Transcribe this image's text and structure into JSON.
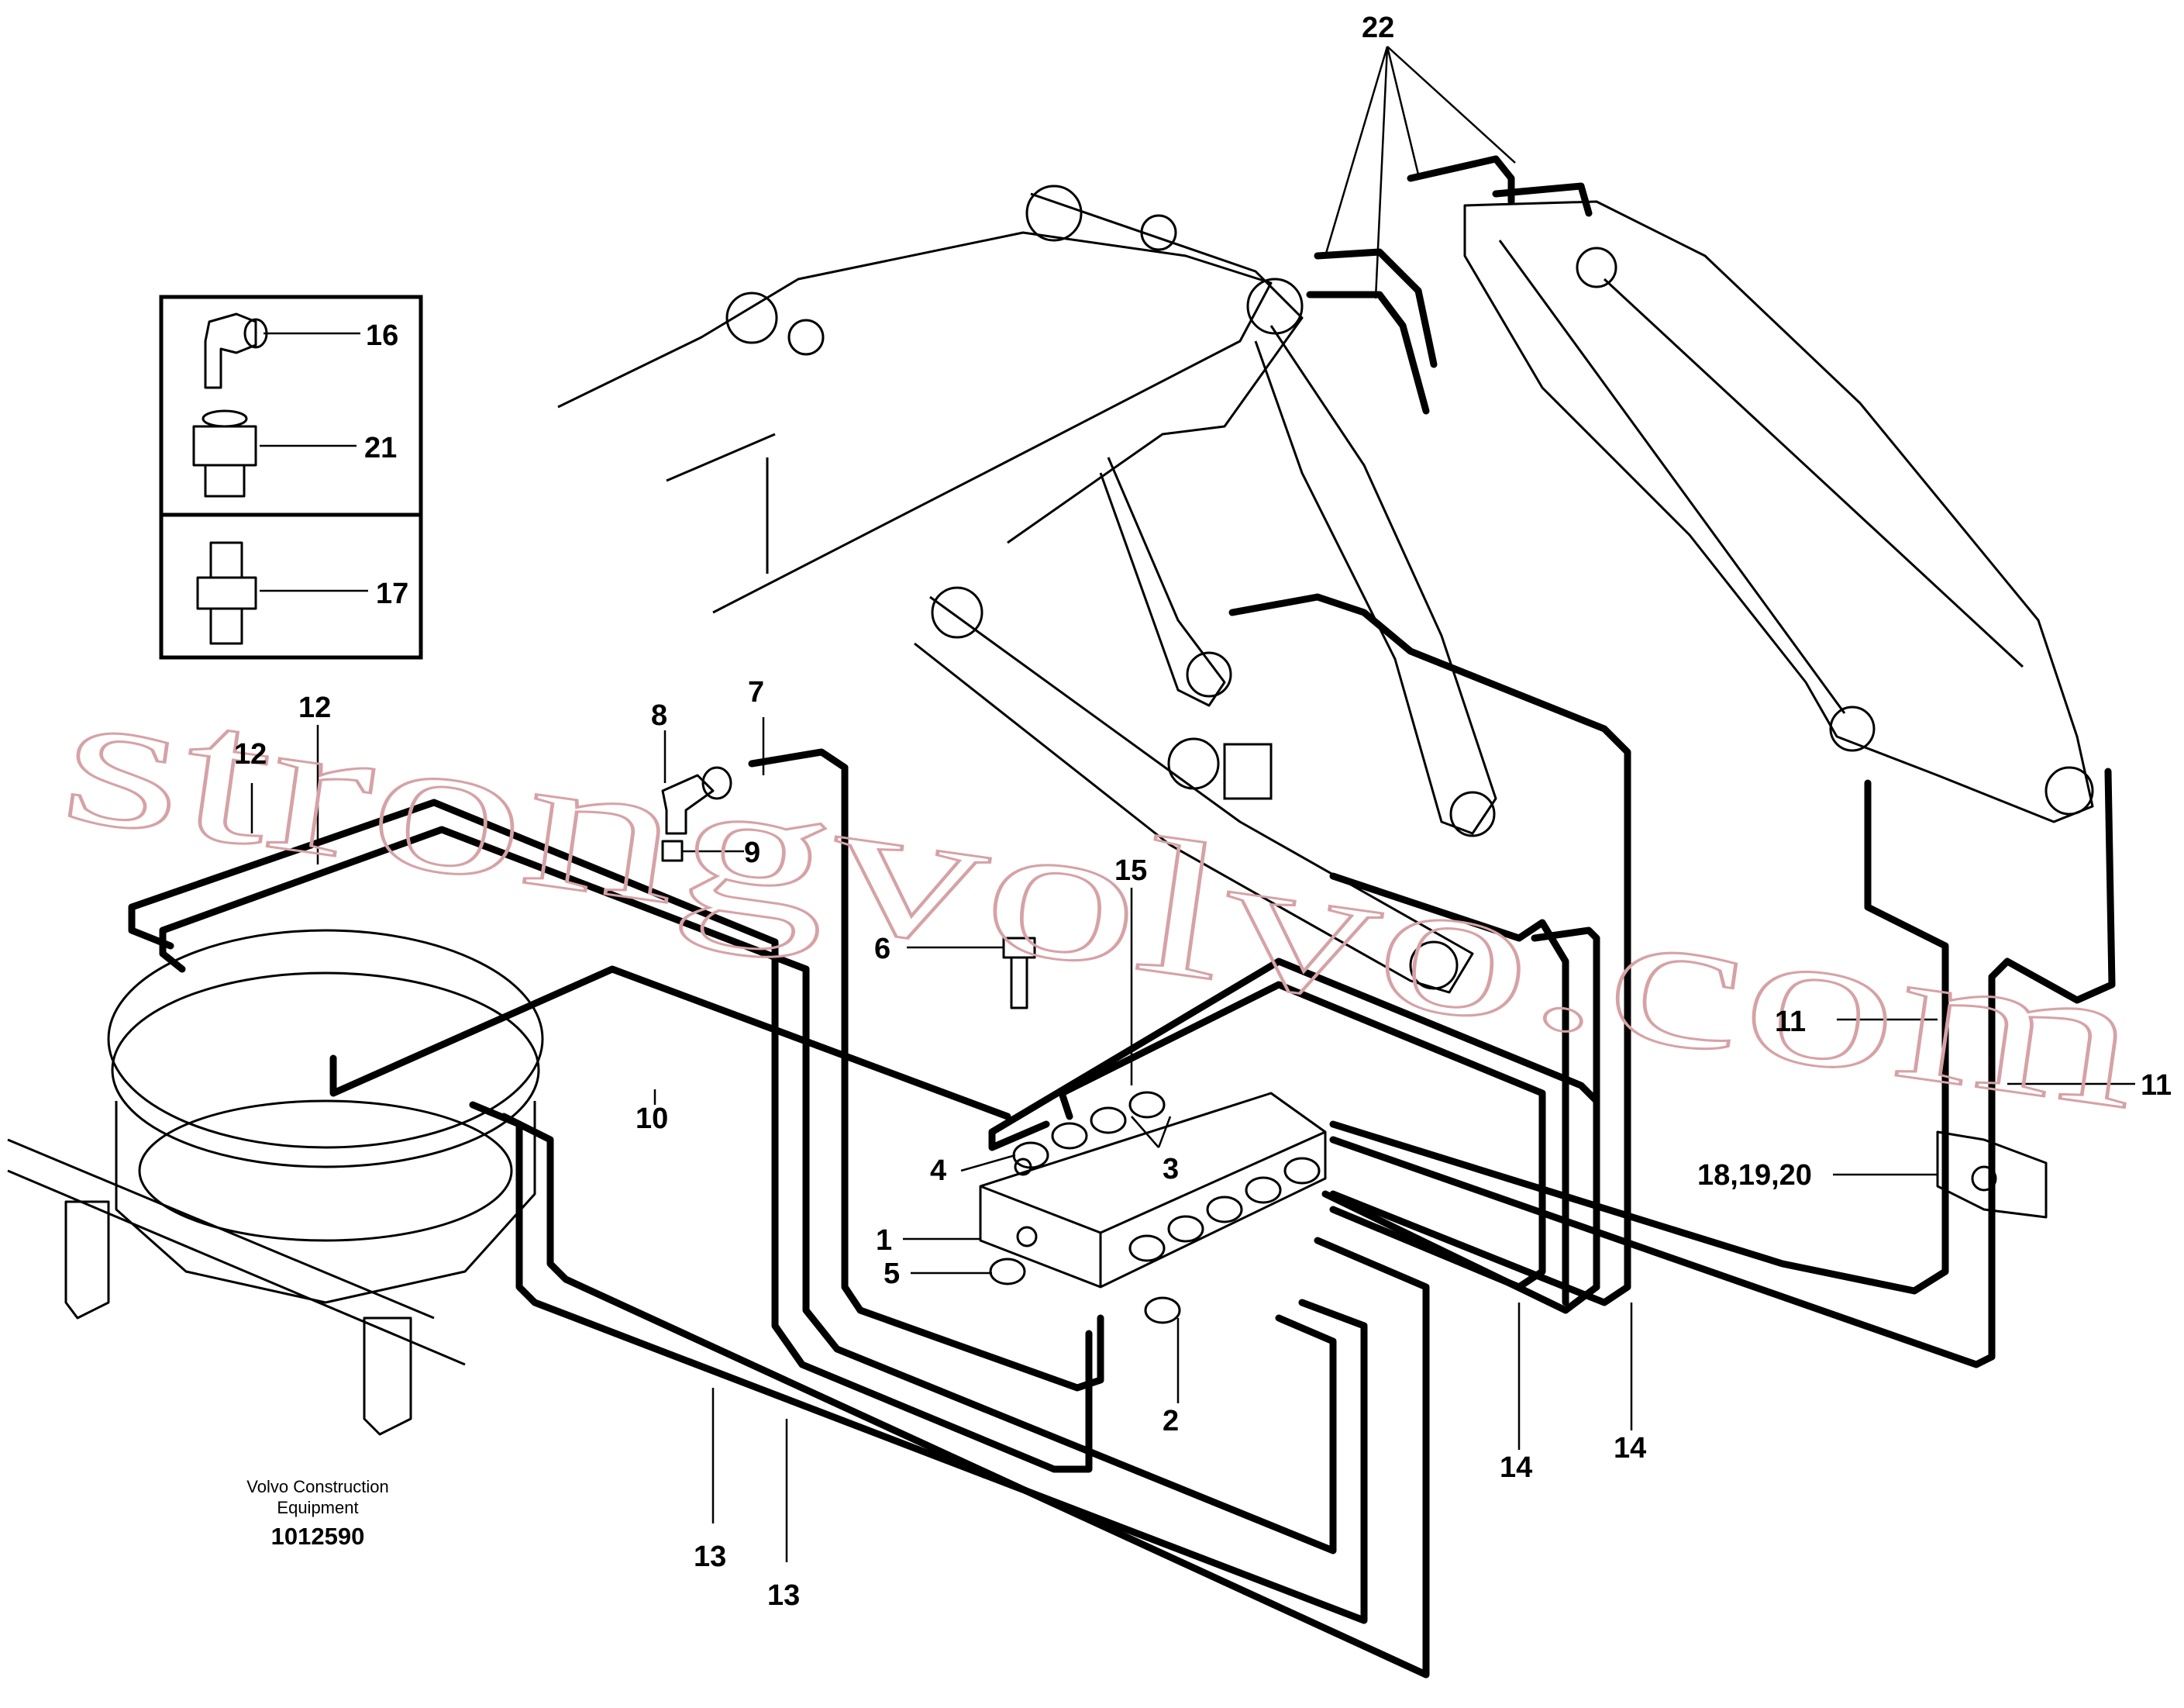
{
  "diagram": {
    "caption": {
      "line1": "Volvo Construction",
      "line2": "Equipment",
      "number": "1012590"
    },
    "watermark": "strongvolvo.com",
    "callouts": {
      "c1": "1",
      "c2": "2",
      "c3": "3",
      "c4": "4",
      "c5": "5",
      "c6": "6",
      "c7": "7",
      "c8": "8",
      "c9": "9",
      "c10": "10",
      "c11a": "11",
      "c11b": "11",
      "c12a": "12",
      "c12b": "12",
      "c13a": "13",
      "c13b": "13",
      "c14a": "14",
      "c14b": "14",
      "c15": "15",
      "c16": "16",
      "c17": "17",
      "c18_19_20": "18,19,20",
      "c21": "21",
      "c22": "22"
    }
  }
}
